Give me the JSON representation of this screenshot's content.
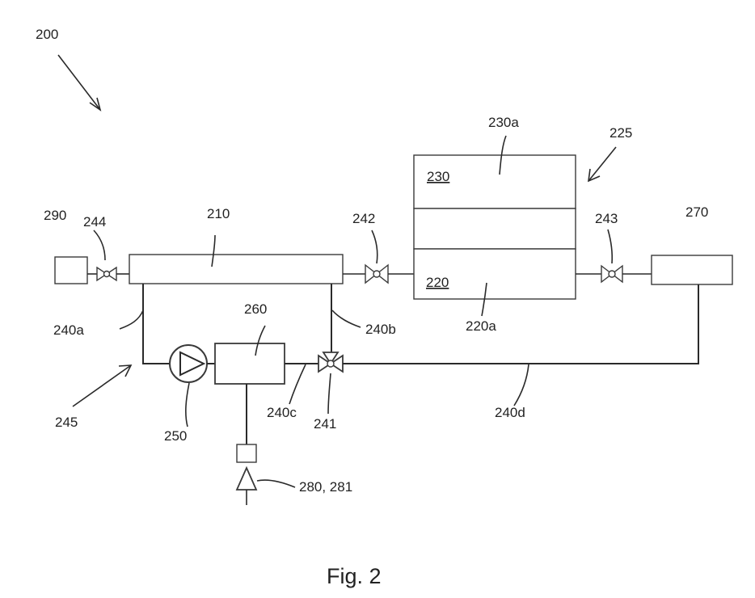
{
  "figure_caption": "Fig. 2",
  "labels": {
    "system": "200",
    "unit_210": "210",
    "box_220": "220",
    "label_220a": "220a",
    "stack_225": "225",
    "box_230": "230",
    "label_230a": "230a",
    "line_240a": "240a",
    "line_240b": "240b",
    "line_240c": "240c",
    "line_240d": "240d",
    "valve_241": "241",
    "valve_242": "242",
    "valve_243": "243",
    "valve_244": "244",
    "loop_245": "245",
    "pump_250": "250",
    "box_260": "260",
    "box_270": "270",
    "source_280_281": "280, 281",
    "box_290": "290"
  }
}
